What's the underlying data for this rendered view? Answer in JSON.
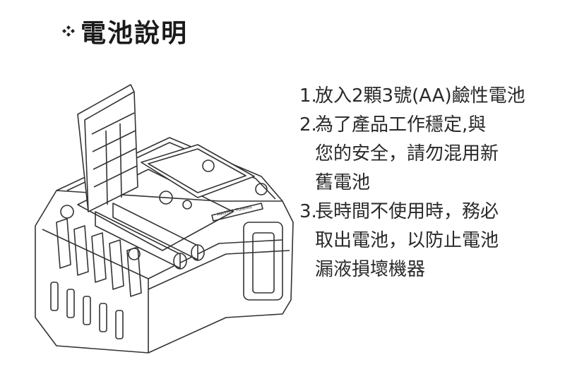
{
  "heading": {
    "icon": "diamond-bullet-icon",
    "title": "電池說明"
  },
  "illustration": {
    "icon": "battery-compartment-illustration",
    "label_text": "MASTER TUNING"
  },
  "instructions": [
    {
      "number": "1.",
      "lines": [
        "放入2顆3號(AA)鹼性電池"
      ]
    },
    {
      "number": "2.",
      "lines": [
        "為了產品工作穩定,與",
        "您的安全，請勿混用新",
        "舊電池"
      ]
    },
    {
      "number": "3.",
      "lines": [
        "長時間不使用時，務必",
        "取出電池，以防止電池",
        "漏液損壞機器"
      ]
    }
  ]
}
